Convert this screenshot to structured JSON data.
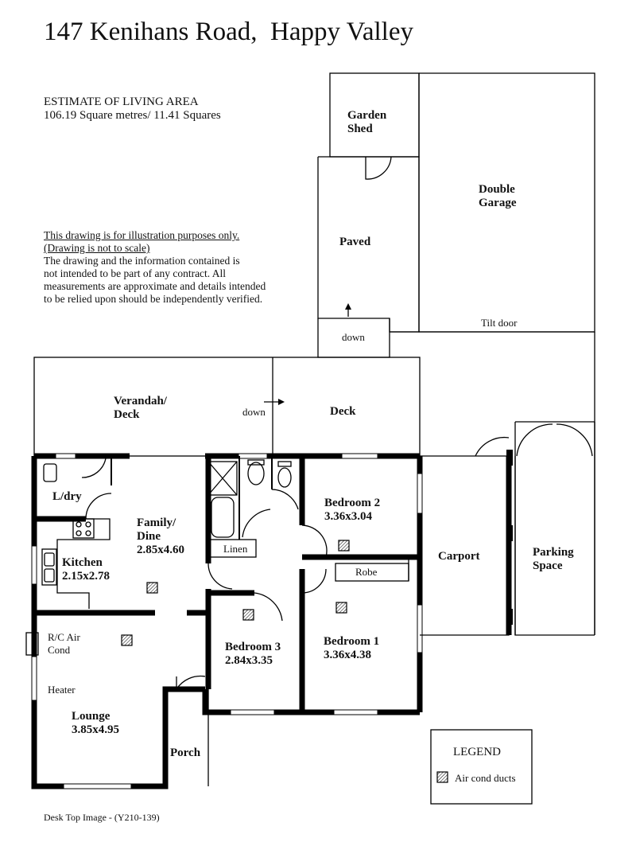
{
  "title": "147 Kenihans Road,  Happy Valley",
  "estimate": {
    "heading": "ESTIMATE OF LIVING AREA",
    "value": "106.19 Square metres/  11.41 Squares"
  },
  "disclaimer": {
    "line1": "This drawing is for illustration purposes only.",
    "line2": "(Drawing is not to scale)",
    "line3": "The drawing and the information contained is",
    "line4": "not intended to be part of any contract.  All",
    "line5": "measurements are approximate and details intended",
    "line6": "to be relied upon should be independently verified."
  },
  "rooms": {
    "garden_shed_1": "Garden",
    "garden_shed_2": "Shed",
    "double_garage_1": "Double",
    "double_garage_2": "Garage",
    "paved": "Paved",
    "tilt_door": "Tilt door",
    "down_1": "down",
    "verandah_1": "Verandah/",
    "verandah_2": "Deck",
    "down_2": "down",
    "deck": "Deck",
    "laundry": "L/dry",
    "family_1": "Family/",
    "family_2": "Dine",
    "family_size": "2.85x4.60",
    "kitchen": "Kitchen",
    "kitchen_size": "2.15x2.78",
    "linen": "Linen",
    "bedroom2": "Bedroom 2",
    "bedroom2_size": "3.36x3.04",
    "robe": "Robe",
    "bedroom3": "Bedroom 3",
    "bedroom3_size": "2.84x3.35",
    "bedroom1": "Bedroom 1",
    "bedroom1_size": "3.36x4.38",
    "rc_air_1": "R/C Air",
    "rc_air_2": "Cond",
    "heater": "Heater",
    "lounge": "Lounge",
    "lounge_size": "3.85x4.95",
    "porch": "Porch",
    "carport": "Carport",
    "parking_1": "Parking",
    "parking_2": "Space"
  },
  "legend": {
    "title": "LEGEND",
    "item": "Air cond ducts"
  },
  "footer": "Desk Top Image - (Y210-139)"
}
